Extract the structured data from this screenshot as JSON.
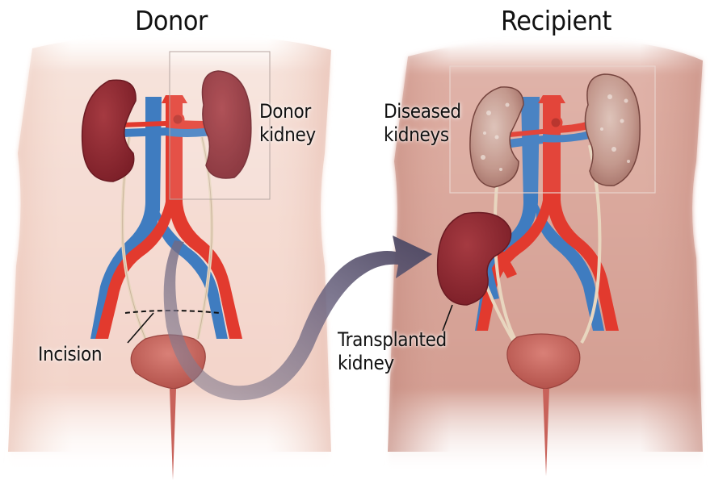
{
  "figure": {
    "type": "medical-illustration",
    "subject": "Kidney transplant from donor to recipient"
  },
  "panels": [
    {
      "title": "Donor",
      "labels": [
        {
          "id": "donor-kidney",
          "text_lines": [
            "Donor",
            "kidney"
          ]
        },
        {
          "id": "incision",
          "text_lines": [
            "Incision"
          ]
        }
      ]
    },
    {
      "title": "Recipient",
      "labels": [
        {
          "id": "diseased-kidneys",
          "text_lines": [
            "Diseased",
            "kidneys"
          ]
        },
        {
          "id": "transplanted-kidney",
          "text_lines": [
            "Transplanted",
            "kidney"
          ]
        }
      ]
    }
  ],
  "colors": {
    "donor_skin": "#f3d6cc",
    "recipient_skin": "#d9a69a",
    "kidney": "#8e2a31",
    "diseased_kidney": "#b98a80",
    "artery": "#e23a2e",
    "vein": "#3f7cc0",
    "ureter": "#e8d6bf",
    "bladder": "#c8625a",
    "arrow": "#5d566e"
  }
}
